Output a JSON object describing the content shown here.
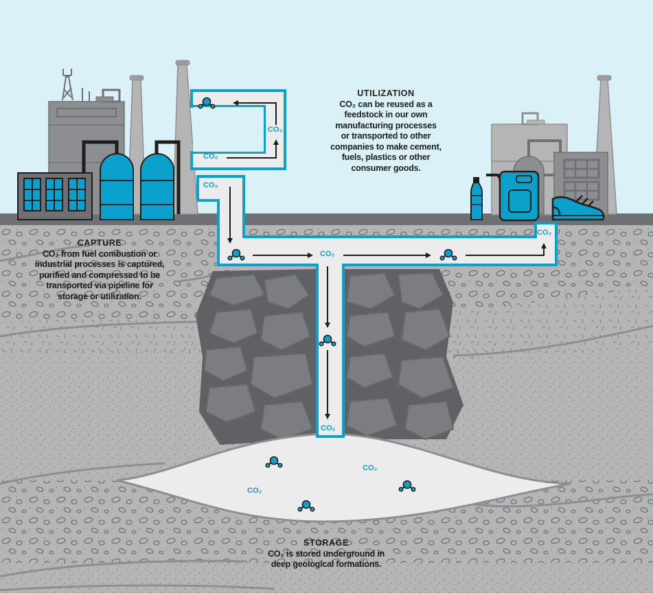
{
  "diagram": {
    "title": "Carbon capture, utilization and storage",
    "colors": {
      "sky": "#d9f1f7",
      "accent_blue": "#0aa2cc",
      "pipe_fill": "#ececec",
      "ground_bar": "#6f7073",
      "soil": "#b5b5b5",
      "rock_dark": "#67686b",
      "rock_light": "#7c7d80",
      "text": "#1d1d1b"
    },
    "sections": {
      "capture": {
        "title": "CAPTURE",
        "body_lines": [
          "CO₂ from fuel combustion or",
          "industrial processes is captured,",
          "purified and compressed to be",
          "transported via pipeline for",
          "storage or utilization."
        ]
      },
      "utilization": {
        "title": "UTILIZATION",
        "body_lines": [
          "CO₂ can be reused as a",
          "feedstock in our own",
          "manufacturing processes",
          "or transported to other",
          "companies to make cement,",
          "fuels, plastics or other",
          "consumer goods."
        ]
      },
      "storage": {
        "title": "STORAGE",
        "body_lines": [
          "CO₂ is stored underground in",
          "deep geological formations."
        ]
      }
    },
    "pipeline_labels": {
      "loop_bottom": "CO₂",
      "loop_right": "CO₂",
      "capture_outlet": "CO₂",
      "junction": "CO₂",
      "utilization_riser": "CO₂",
      "well_bottom": "CO₂",
      "reservoir_right": "CO₂",
      "reservoir_left": "CO₂"
    },
    "icons": {
      "capture_plant": "factory-icon",
      "utilization_plant": "factory-icon",
      "tanks": "storage-tank-icon",
      "products": [
        "plastic-bottle-icon",
        "fuel-jerrycan-icon",
        "sneaker-icon"
      ],
      "molecule": "co2-molecule-icon",
      "arrow": "arrow-icon"
    }
  }
}
